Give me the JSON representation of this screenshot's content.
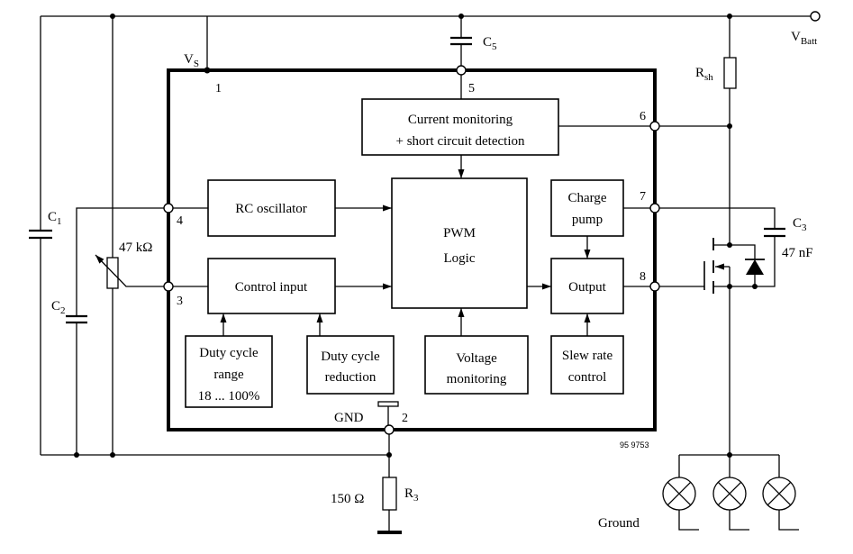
{
  "blocks": {
    "current_monitoring": {
      "line1": "Current monitoring",
      "line2": "+ short circuit detection"
    },
    "rc_oscillator": "RC oscillator",
    "control_input": "Control input",
    "pwm_logic": {
      "line1": "PWM",
      "line2": "Logic"
    },
    "charge_pump": {
      "line1": "Charge",
      "line2": "pump"
    },
    "output": "Output",
    "duty_cycle_range": {
      "line1": "Duty cycle",
      "line2": "range",
      "line3": "18 ... 100%"
    },
    "duty_cycle_reduction": {
      "line1": "Duty cycle",
      "line2": "reduction"
    },
    "voltage_monitoring": {
      "line1": "Voltage",
      "line2": "monitoring"
    },
    "slew_rate_control": {
      "line1": "Slew rate",
      "line2": "control"
    }
  },
  "pins": {
    "p1": "1",
    "p2": "2",
    "p3": "3",
    "p4": "4",
    "p5": "5",
    "p6": "6",
    "p7": "7",
    "p8": "8"
  },
  "labels": {
    "vs": {
      "main": "V",
      "sub": "S"
    },
    "vbatt": {
      "main": "V",
      "sub": "Batt"
    },
    "gnd": "GND",
    "c1": {
      "main": "C",
      "sub": "1"
    },
    "c2": {
      "main": "C",
      "sub": "2"
    },
    "c3": {
      "main": "C",
      "sub": "3"
    },
    "c5": {
      "main": "C",
      "sub": "5"
    },
    "rsh": {
      "main": "R",
      "sub": "sh"
    },
    "r3": {
      "main": "R",
      "sub": "3"
    },
    "pot_value": "47 kΩ",
    "c3_value": "47 nF",
    "r3_value": "150 Ω",
    "ground": "Ground",
    "drawing_number": "95 9753"
  }
}
